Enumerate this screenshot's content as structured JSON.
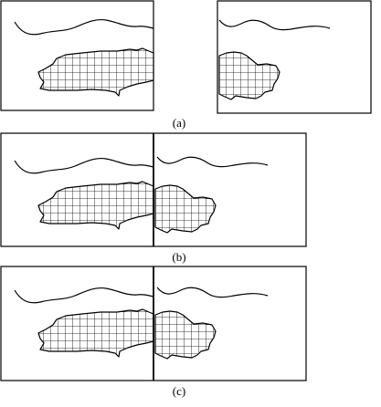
{
  "figure": {
    "captions": {
      "a": "(a)",
      "b": "(b)",
      "c": "(c)"
    },
    "colors": {
      "line": "#000000",
      "background": "#ffffff"
    }
  }
}
